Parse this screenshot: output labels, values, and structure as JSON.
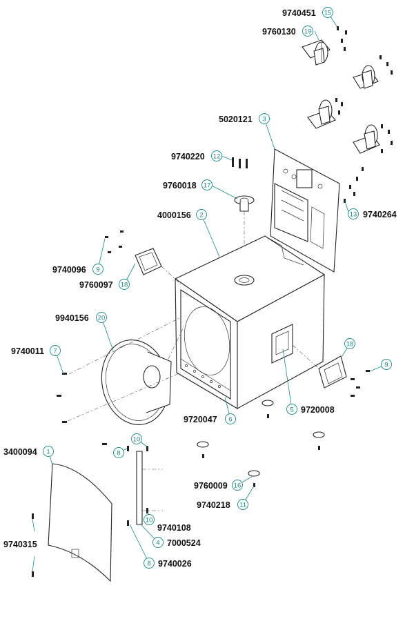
{
  "callouts": [
    {
      "id": "c15",
      "part": "9740451",
      "num": "15"
    },
    {
      "id": "c19",
      "part": "9760130",
      "num": "19"
    },
    {
      "id": "c3",
      "part": "5020121",
      "num": "3"
    },
    {
      "id": "c12",
      "part": "9740220",
      "num": "12"
    },
    {
      "id": "c17",
      "part": "9760018",
      "num": "17"
    },
    {
      "id": "c13",
      "part": "9740264",
      "num": "13"
    },
    {
      "id": "c2",
      "part": "4000156",
      "num": "2"
    },
    {
      "id": "c9a",
      "part": "9740096",
      "num": "9"
    },
    {
      "id": "c18a",
      "part": "9760097",
      "num": "18"
    },
    {
      "id": "c20",
      "part": "9940156",
      "num": "20"
    },
    {
      "id": "c7",
      "part": "9740011",
      "num": "7"
    },
    {
      "id": "c18b",
      "part": "",
      "num": "18"
    },
    {
      "id": "c9b",
      "part": "",
      "num": "9"
    },
    {
      "id": "c5",
      "part": "9720008",
      "num": "5"
    },
    {
      "id": "c6",
      "part": "9720047",
      "num": "6"
    },
    {
      "id": "c1",
      "part": "3400094",
      "num": "1"
    },
    {
      "id": "c10a",
      "part": "",
      "num": "10"
    },
    {
      "id": "c8a",
      "part": "",
      "num": "8"
    },
    {
      "id": "c16",
      "part": "9760009",
      "num": "16"
    },
    {
      "id": "c11",
      "part": "9740218",
      "num": "11"
    },
    {
      "id": "c10b",
      "part": "9740108",
      "num": "10"
    },
    {
      "id": "c4",
      "part": "7000524",
      "num": "4"
    },
    {
      "id": "c315",
      "part": "9740315",
      "num": ""
    },
    {
      "id": "c8b",
      "part": "9740026",
      "num": "8"
    }
  ]
}
